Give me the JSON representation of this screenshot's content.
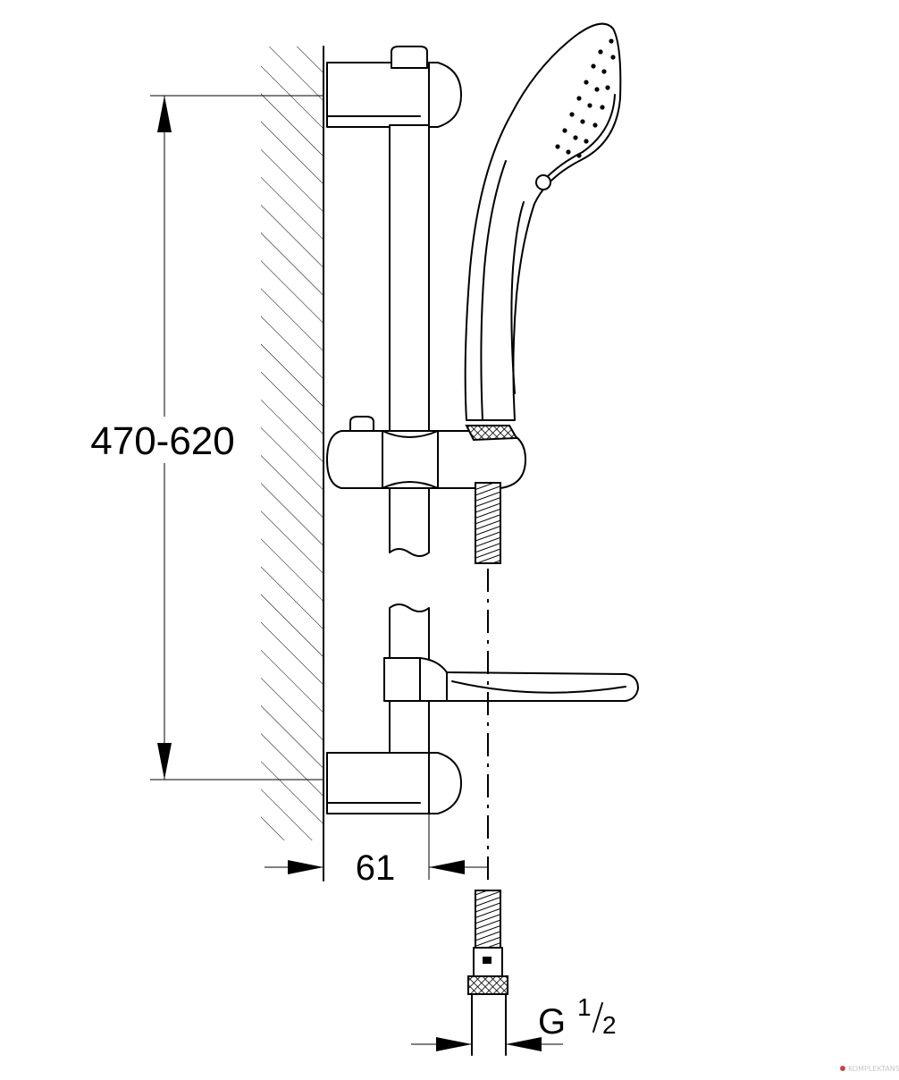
{
  "dimensions": {
    "height_range": "470-620",
    "wall_offset": "61",
    "thread_size_main": "G",
    "thread_size_fraction_numerator": "1",
    "thread_size_fraction_denominator": "2"
  },
  "watermark": "KOMPLEKTANS",
  "colors": {
    "line": "#000000",
    "background": "#ffffff",
    "watermark": "#c8c8c8",
    "watermark_mark": "#d04040"
  }
}
